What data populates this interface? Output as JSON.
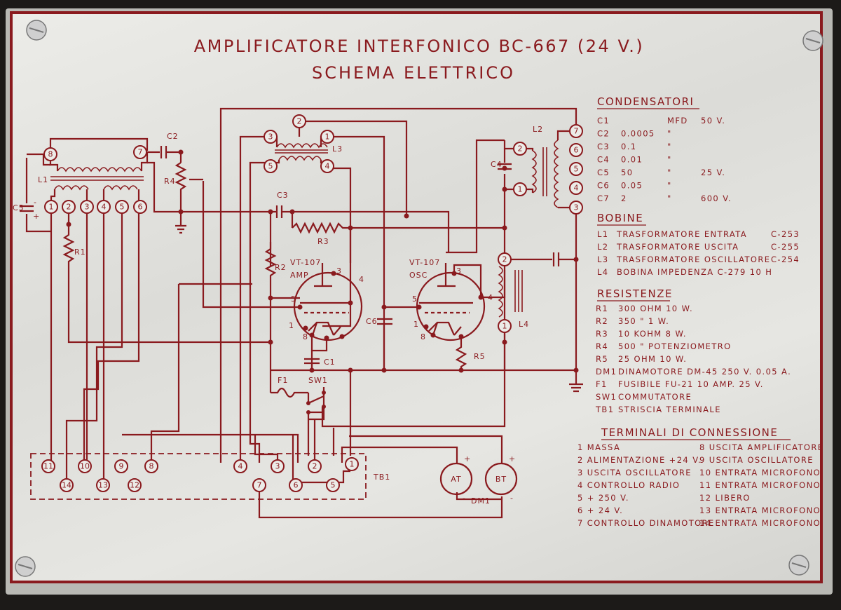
{
  "title": "AMPLIFICATORE INTERFONICO BC-667 (24 V.)",
  "subtitle": "SCHEMA ELETTRICO",
  "colors": {
    "ink": "#8a1a1e",
    "plate": "#e6e6e2"
  },
  "condensatori": {
    "heading": "CONDENSATORI",
    "rows": [
      {
        "ref": "C1",
        "value": "",
        "unit": "MFD",
        "volt": "50 V."
      },
      {
        "ref": "C2",
        "value": "0.0005",
        "unit": "\"",
        "volt": ""
      },
      {
        "ref": "C3",
        "value": "0.1",
        "unit": "\"",
        "volt": ""
      },
      {
        "ref": "C4",
        "value": "0.01",
        "unit": "\"",
        "volt": ""
      },
      {
        "ref": "C5",
        "value": "50",
        "unit": "\"",
        "volt": "25 V."
      },
      {
        "ref": "C6",
        "value": "0.05",
        "unit": "\"",
        "volt": ""
      },
      {
        "ref": "C7",
        "value": "2",
        "unit": "\"",
        "volt": "600 V."
      }
    ]
  },
  "bobine": {
    "heading": "BOBINE",
    "rows": [
      {
        "ref": "L1",
        "text": "TRASFORMATORE ENTRATA",
        "code": "C-253"
      },
      {
        "ref": "L2",
        "text": "TRASFORMATORE USCITA",
        "code": "C-255"
      },
      {
        "ref": "L3",
        "text": "TRASFORMATORE OSCILLATORE",
        "code": "C-254"
      },
      {
        "ref": "L4",
        "text": "BOBINA IMPEDENZA C-279  10 H",
        "code": ""
      }
    ]
  },
  "resistenze": {
    "heading": "RESISTENZE",
    "rows": [
      {
        "ref": "R1",
        "text": "300 OHM   10 W."
      },
      {
        "ref": "R2",
        "text": "350   \"    1 W."
      },
      {
        "ref": "R3",
        "text": "10  KOHM   8 W."
      },
      {
        "ref": "R4",
        "text": "500   \"  POTENZIOMETRO"
      },
      {
        "ref": "R5",
        "text": "25   OHM  10 W."
      },
      {
        "ref": "DM1",
        "text": "DINAMOTORE DM-45 250 V. 0.05 A."
      },
      {
        "ref": "F1",
        "text": "FUSIBILE FU-21  10 AMP.  25 V."
      },
      {
        "ref": "SW1",
        "text": "COMMUTATORE"
      },
      {
        "ref": "TB1",
        "text": "STRISCIA TERMINALE"
      }
    ]
  },
  "terminali": {
    "heading": "TERMINALI DI CONNESSIONE",
    "left": [
      "1 MASSA",
      "2 ALIMENTAZIONE +24 V.",
      "3 USCITA OSCILLATORE",
      "4 CONTROLLO RADIO",
      "5  + 250  V.",
      "6  +  24  V.",
      "7 CONTROLLO DINAMOTORE"
    ],
    "right": [
      "8  USCITA AMPLIFICATORE",
      "9  USCITA OSCILLATORE",
      "10 ENTRATA MICROFONO",
      "11 ENTRATA MICROFONO",
      "12 LIBERO",
      "13 ENTRATA MICROFONO",
      "14 ENTRATA MICROFONO"
    ]
  },
  "schematic": {
    "tube_amp": [
      "VT-107",
      "AMP"
    ],
    "tube_osc": [
      "VT-107",
      "OSC"
    ],
    "motor_at": "AT",
    "motor_bt": "BT",
    "dm_label": "DM1",
    "tb_label": "TB1",
    "labels": {
      "c1": "C1",
      "c2": "C2",
      "c3": "C3",
      "c4": "C4",
      "c5": "C5",
      "c6": "C6",
      "l1": "L1",
      "l2": "L2",
      "l3": "L3",
      "l4": "L4",
      "r1": "R1",
      "r2": "R2",
      "r3": "R3",
      "r4": "R4",
      "r5": "R5",
      "f1": "F1",
      "sw1": "SW1"
    }
  }
}
